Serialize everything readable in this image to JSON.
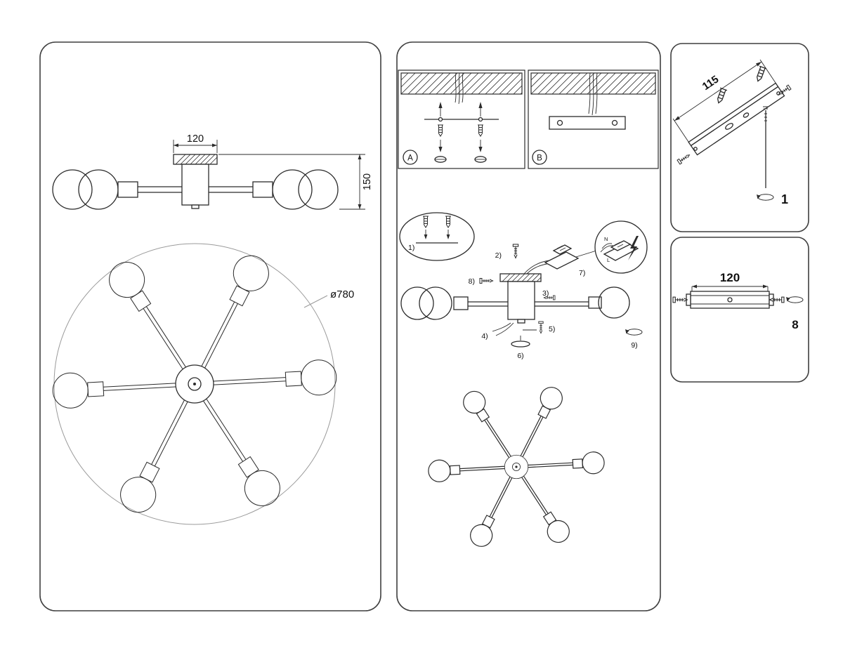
{
  "left_panel": {
    "side_view": {
      "width_dim": "120",
      "height_dim": "150"
    },
    "top_view": {
      "diameter_dim": "ø780"
    }
  },
  "middle_panel": {
    "panel_a_label": "A",
    "panel_b_label": "B",
    "steps": {
      "s1": "1)",
      "s2": "2)",
      "s3": "3)",
      "s4": "4)",
      "s5": "5)",
      "s6": "6)",
      "s7": "7)",
      "s8": "8)",
      "s9": "9)"
    },
    "wiring_inset": {
      "neutral_label": "N",
      "live_label": "L"
    }
  },
  "right_top_panel": {
    "dim_label": "115",
    "step_label": "1"
  },
  "right_bottom_panel": {
    "dim_label": "120",
    "step_label": "8"
  }
}
